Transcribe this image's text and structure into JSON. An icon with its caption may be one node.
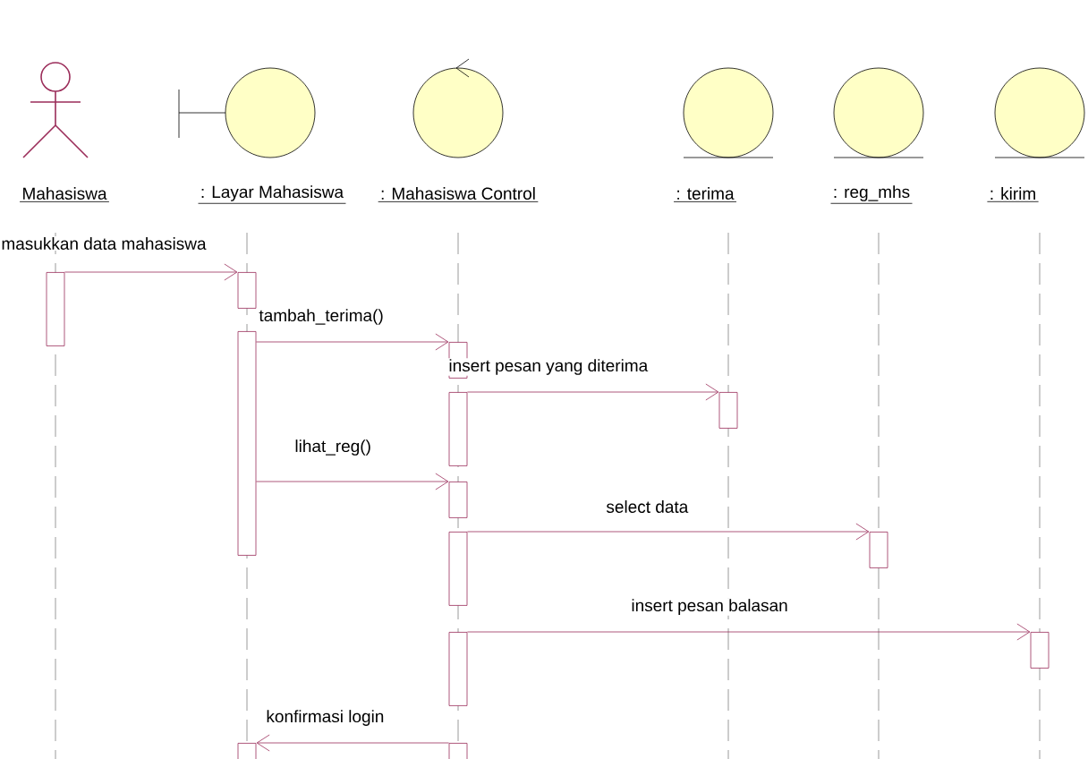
{
  "diagram": {
    "nodes": [
      {
        "text": [
          "Mahasiswa"
        ]
      },
      {
        "text": [
          ": Layar Mahasiswa"
        ]
      },
      {
        "text": [
          ": Mahasiswa Control"
        ]
      },
      {
        "text": [
          ": terima"
        ]
      },
      {
        "text": [
          ": reg_mhs"
        ]
      },
      {
        "text": [
          ": kirim"
        ]
      },
      {
        "text": [],
        "shape": "bar"
      },
      {
        "text": [],
        "shape": "bar"
      },
      {
        "text": [],
        "shape": "bar"
      },
      {
        "text": [],
        "shape": "bar"
      },
      {
        "text": [],
        "shape": "bar"
      },
      {
        "text": [],
        "shape": "bar"
      },
      {
        "text": [],
        "shape": "bar"
      },
      {
        "text": [],
        "shape": "bar"
      },
      {
        "text": [],
        "shape": "bar"
      },
      {
        "text": [],
        "shape": "bar"
      },
      {
        "text": [],
        "shape": "bar"
      },
      {
        "text": [],
        "shape": "bar"
      },
      {
        "text": [],
        "shape": "bar"
      }
    ],
    "edges": [
      {
        "from": 6,
        "to": 7,
        "arrow": "to",
        "label": "masukkan data mahasiswa"
      },
      {
        "from": 8,
        "to": 9,
        "arrow": "to",
        "label": "tambah_terima()"
      },
      {
        "from": 10,
        "to": 11,
        "arrow": "to",
        "label": "insert pesan yang diterima"
      },
      {
        "from": 8,
        "to": 12,
        "arrow": "to",
        "label": "lihat_reg()"
      },
      {
        "from": 13,
        "to": 14,
        "arrow": "to",
        "label": "select data"
      },
      {
        "from": 15,
        "to": 16,
        "arrow": "to",
        "label": "insert pesan balasan"
      },
      {
        "from": 17,
        "to": 18,
        "arrow": "to",
        "label": "konfirmasi login"
      }
    ]
  }
}
